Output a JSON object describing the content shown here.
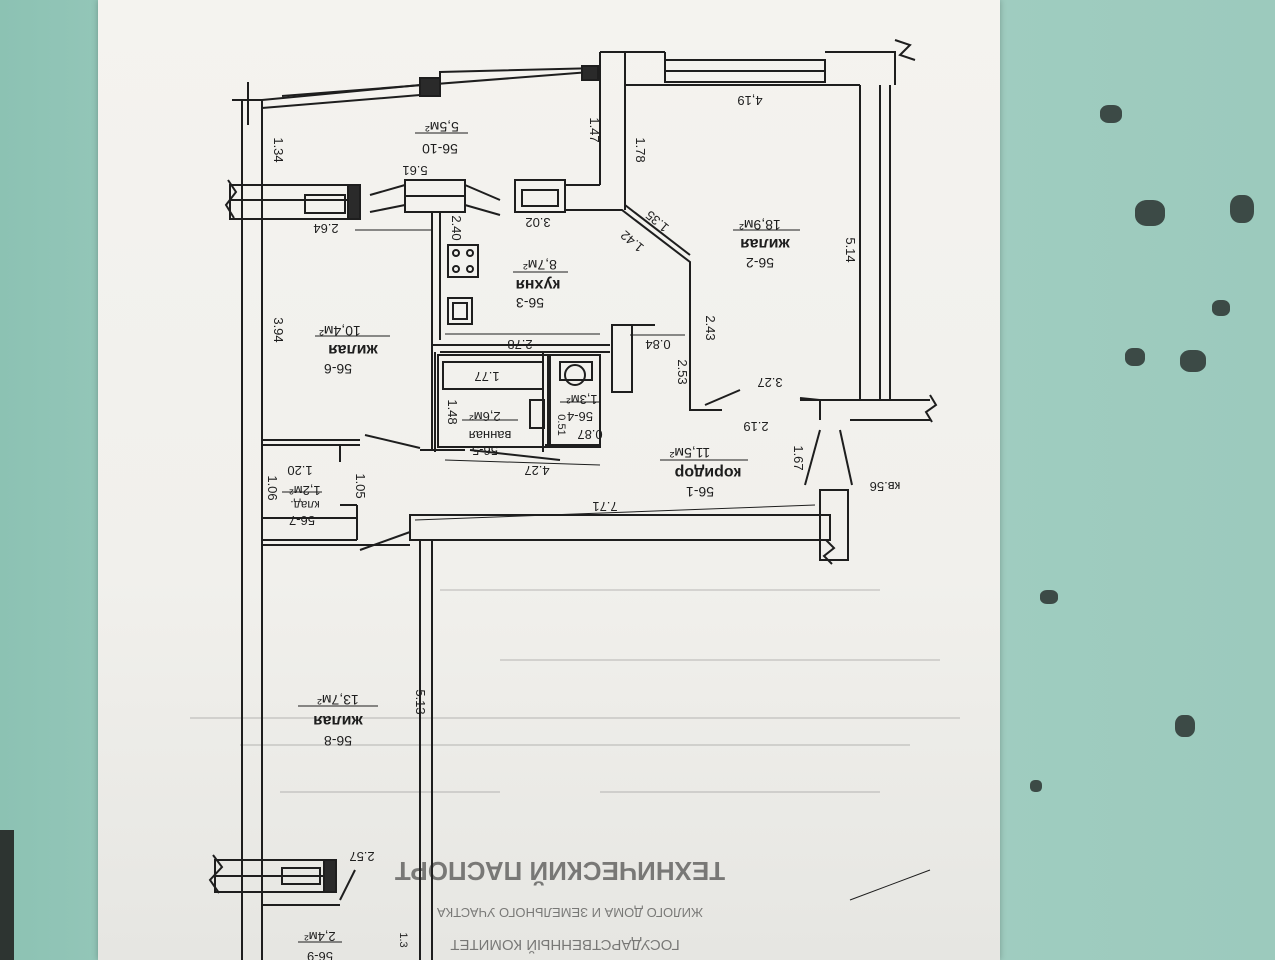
{
  "rooms": {
    "r10": {
      "code": "56-10",
      "area": "5,5м²"
    },
    "r2": {
      "code": "56-2",
      "name": "жилая",
      "area": "18,9м²"
    },
    "r3": {
      "code": "56-3",
      "name": "кухня",
      "area": "8,7м²"
    },
    "r6": {
      "code": "56-6",
      "name": "жилая",
      "area": "10,4м²"
    },
    "r5": {
      "code": "56-5",
      "name": "ванная",
      "area": "2,6м²"
    },
    "r4": {
      "code": "56-4",
      "area": "1,3м²"
    },
    "r1": {
      "code": "56-1",
      "name": "коридор",
      "area": "11,5м²"
    },
    "r7": {
      "code": "56-7",
      "name": "клад.",
      "area": "1,2м²"
    },
    "r8": {
      "code": "56-8",
      "name": "жилая",
      "area": "13,7м²"
    },
    "r9": {
      "code": "56-9",
      "area": "2,4м²"
    }
  },
  "dimensions": {
    "d419": "4,19",
    "d147": "1.47",
    "d178": "1.78",
    "d134": "1.34",
    "d561": "5.61",
    "d264": "2.64",
    "d302": "3.02",
    "d240": "2.40",
    "d135": "1.35",
    "d142": "1.42",
    "d514": "5.14",
    "d243": "2.43",
    "d278": "2.78",
    "d084": "0.84",
    "d253": "2.53",
    "d327": "3.27",
    "d219": "2.19",
    "d394": "3.94",
    "d177": "1.77",
    "d148": "1.48",
    "d087": "0.87",
    "d051": "0.51",
    "d427": "4.27",
    "d167": "1.67",
    "d120": "1.20",
    "d106": "1.06",
    "d105": "1.05",
    "d771": "7.71",
    "d513": "5.13",
    "d257": "2.57",
    "d13": "1.3"
  },
  "apartment_label": "кв.56",
  "footer": {
    "title": "ТЕХНИЧЕСКИЙ ПАСПОРТ",
    "line1": "ЖИЛОГО ДОМА И ЗЕМЕЛЬНОГО УЧАСТКА",
    "line2": "ГОСУДАРСТВЕННЫЙ КОМИТЕТ"
  },
  "colors": {
    "paper": "#f2f1ed",
    "ink": "#1e1e1e",
    "surface": "#9ccabd"
  }
}
